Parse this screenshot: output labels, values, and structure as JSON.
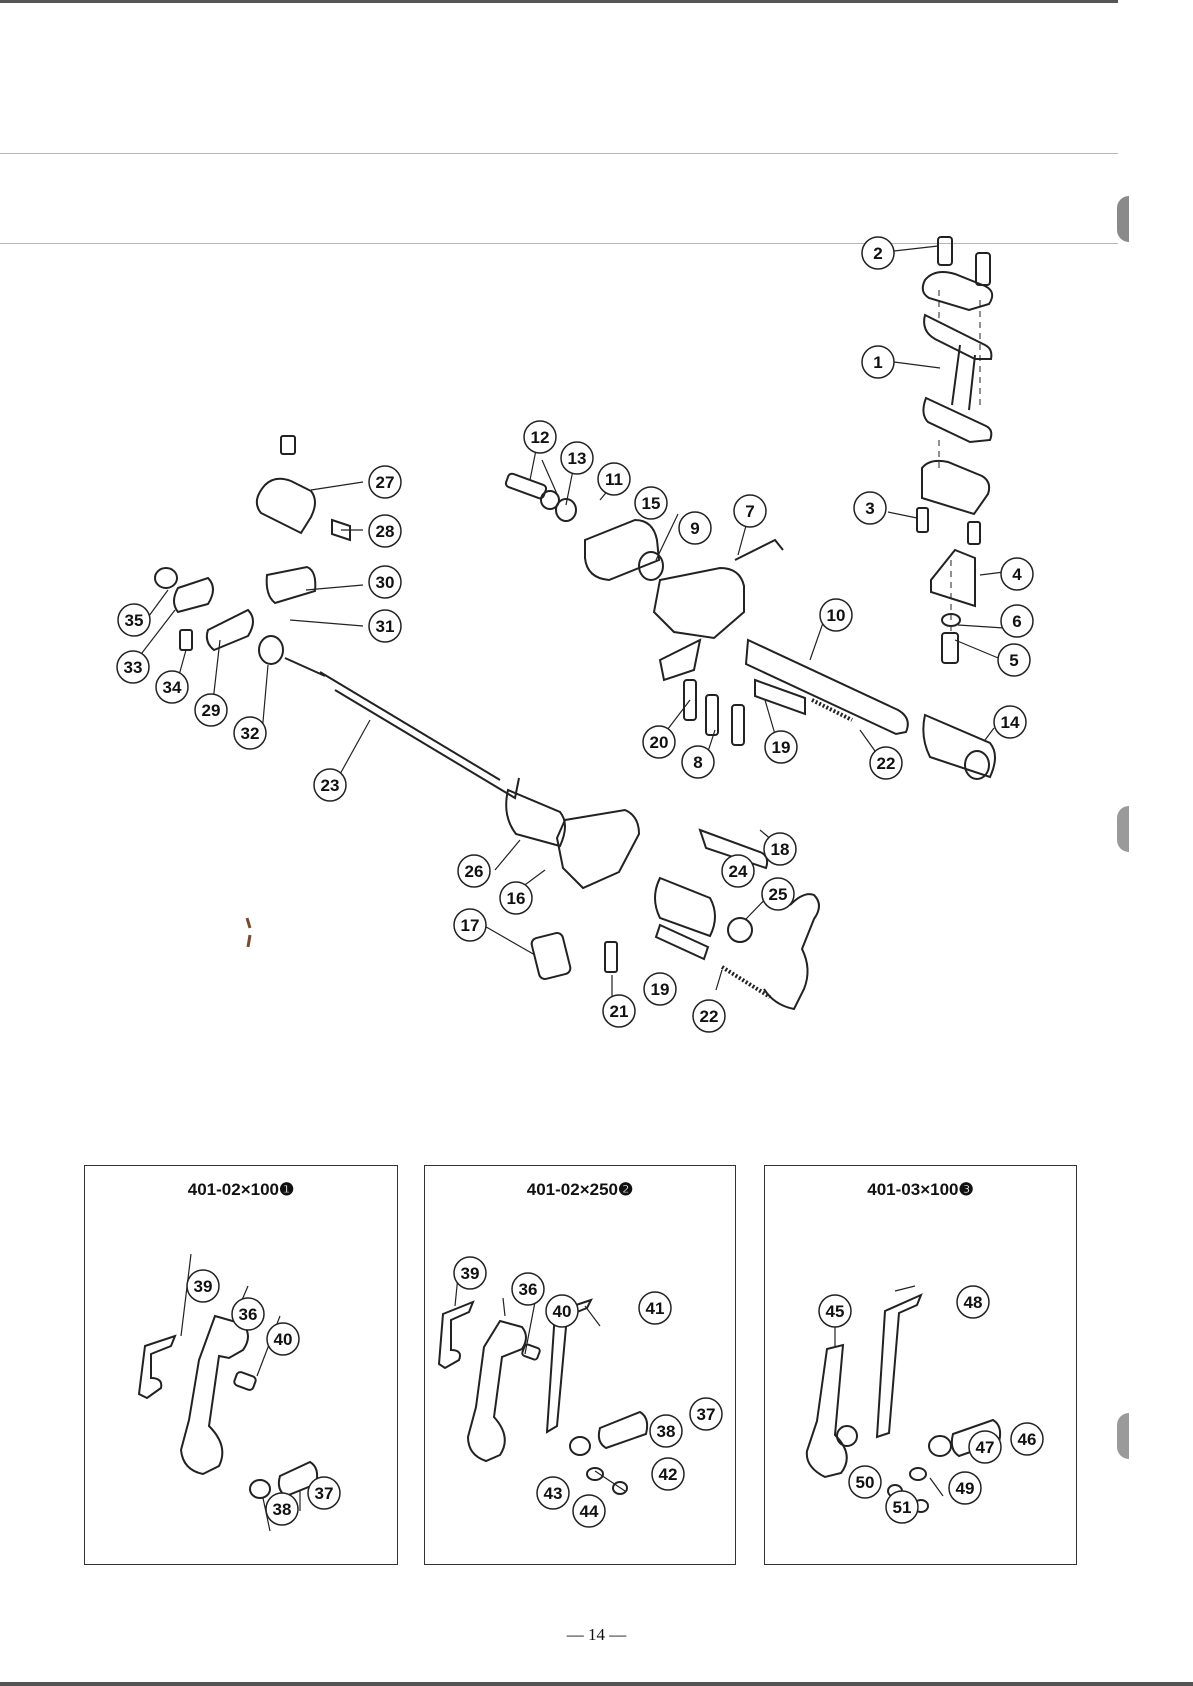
{
  "main_diagram": {
    "callouts": [
      "1",
      "2",
      "3",
      "4",
      "5",
      "6",
      "7",
      "8",
      "9",
      "10",
      "11",
      "12",
      "13",
      "14",
      "15",
      "16",
      "17",
      "18",
      "19",
      "19",
      "20",
      "21",
      "22",
      "22",
      "23",
      "24",
      "25",
      "26",
      "27",
      "28",
      "29",
      "30",
      "31",
      "32",
      "33",
      "34",
      "35"
    ]
  },
  "panels": [
    {
      "title": "401-02×100❶",
      "callouts": [
        "39",
        "36",
        "40",
        "38",
        "37"
      ]
    },
    {
      "title": "401-02×250❷",
      "callouts": [
        "39",
        "36",
        "40",
        "41",
        "37",
        "38",
        "42",
        "43",
        "44"
      ]
    },
    {
      "title": "401-03×100❸",
      "callouts": [
        "45",
        "48",
        "46",
        "47",
        "49",
        "50",
        "51"
      ]
    }
  ],
  "page_number": "— 14 —",
  "colors": {
    "rule": "#e8a0b0",
    "ink": "#1a1a1a",
    "tab": "#8a8a8a",
    "topbar": "#555555"
  }
}
